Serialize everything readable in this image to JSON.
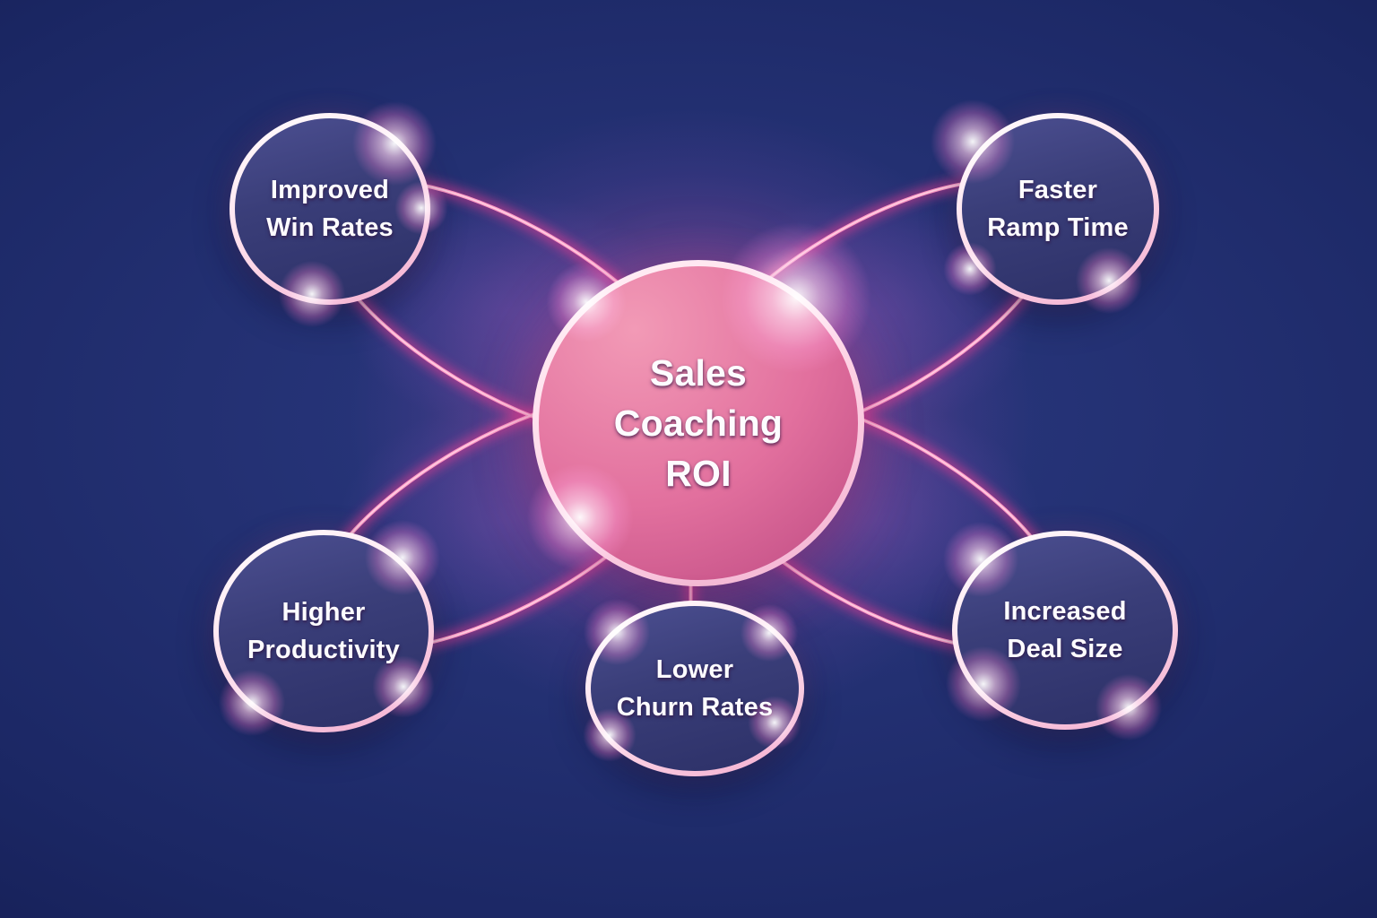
{
  "diagram": {
    "type": "hub-and-spoke",
    "hub": {
      "id": "sales-coaching-roi",
      "lines": [
        "Sales",
        "Coaching",
        "ROI"
      ]
    },
    "satellites": [
      {
        "id": "improved-win-rates",
        "lines": [
          "Improved",
          "Win Rates"
        ]
      },
      {
        "id": "faster-ramp-time",
        "lines": [
          "Faster",
          "Ramp Time"
        ]
      },
      {
        "id": "higher-productivity",
        "lines": [
          "Higher",
          "Productivity"
        ]
      },
      {
        "id": "lower-churn-rates",
        "lines": [
          "Lower",
          "Churn Rates"
        ]
      },
      {
        "id": "increased-deal-size",
        "lines": [
          "Increased",
          "Deal Size"
        ]
      }
    ],
    "colors": {
      "background_navy": "#1b2764",
      "background_deep": "#101846",
      "hub_pink_light": "#f29ab6",
      "hub_pink_deep": "#a84376",
      "ring_pale_pink": "#ffe2ee",
      "connector_core": "#ff9cc6",
      "connector_glow": "#ff3d94",
      "satellite_fill": "#3a3e79",
      "label_text": "#fdfcff"
    }
  }
}
